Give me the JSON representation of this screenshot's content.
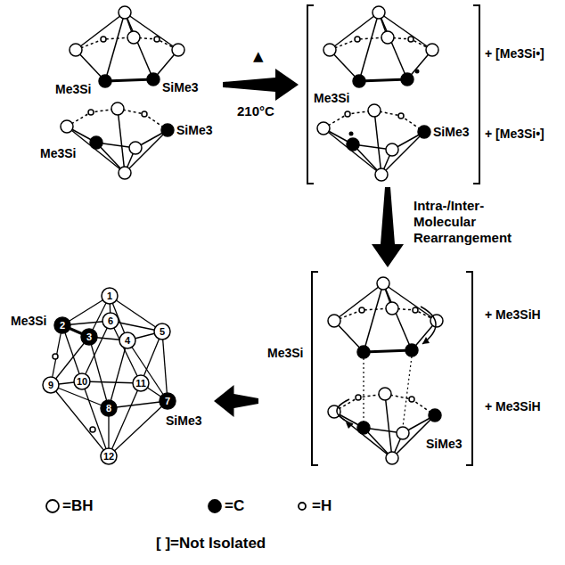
{
  "diagram": {
    "nodes": [
      {
        "text": [
          "Me3Si",
          "SiMe3",
          "Me3Si",
          "SiMe3"
        ]
      },
      {
        "text": [
          "Me3Si",
          "SiMe3"
        ]
      },
      {
        "text": [
          "Me3Si",
          "SiMe3"
        ]
      },
      {
        "text": [
          "Me3Si",
          "SiMe3"
        ]
      }
    ],
    "edges": [
      {
        "from": 0,
        "to": 1,
        "arrow": "to",
        "label": "210°C"
      },
      {
        "from": 1,
        "to": 2,
        "arrow": "to",
        "label": "Intra-/Inter- Molecular Rearrangement"
      },
      {
        "from": 2,
        "to": 3,
        "arrow": "to"
      }
    ],
    "labels": [
      "▲",
      "+ [Me3Si•]",
      "+ [Me3Si•]",
      "+ Me3SiH",
      "+ Me3SiH",
      "1",
      "2",
      "3",
      "4",
      "5",
      "6",
      "7",
      "8",
      "9",
      "10",
      "11",
      "12",
      "[ ]=Not Isolated"
    ],
    "legend": [
      {
        "text": "=BH"
      },
      {
        "text": "=C"
      },
      {
        "text": "=H"
      }
    ]
  }
}
